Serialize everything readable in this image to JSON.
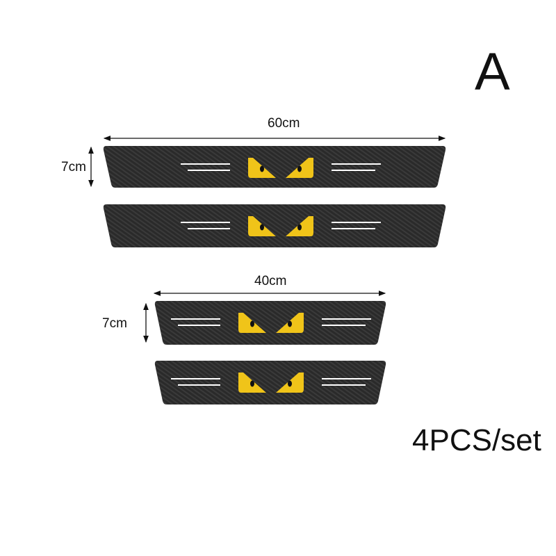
{
  "variant_label": "A",
  "dimensions": {
    "long_length": "60cm",
    "long_height": "7cm",
    "short_length": "40cm",
    "short_height": "7cm"
  },
  "quantity_label": "4PCS/set",
  "colors": {
    "strip": "#262626",
    "eye": "#f0c419",
    "stripe": "#ffffff"
  },
  "icons": [
    "carbon-fiber-sill-strip",
    "yellow-eyes-graphic"
  ]
}
